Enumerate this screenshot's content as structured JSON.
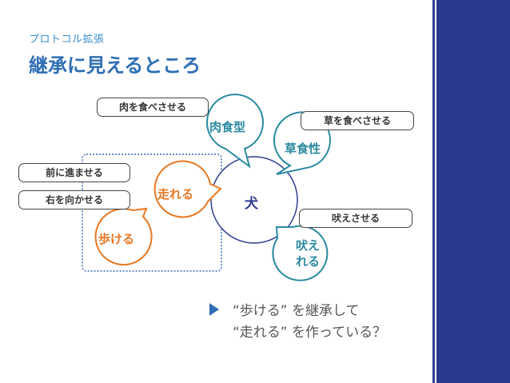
{
  "slide": {
    "section_label": "プロトコル拡張",
    "title": "継承に見えるところ"
  },
  "center": {
    "label": "犬"
  },
  "bubbles": {
    "carnivore": "肉食型",
    "herbivore": "草食性",
    "bark_line1": "吠え",
    "bark_line2": "れる",
    "run": "走れる",
    "walk": "歩ける"
  },
  "labels": {
    "feed_meat": "肉を食べさせる",
    "feed_grass": "草を食べさせる",
    "make_bark": "吠えさせる",
    "move_forward": "前に進ませる",
    "turn_right": "右を向かせる"
  },
  "note": {
    "line1": "“歩ける” を継承して",
    "line2": "“走れる” を作っている？"
  },
  "colors": {
    "blue_bubble": "#2a8aa0",
    "orange_bubble": "#e87722",
    "center_stroke": "#2f3d8f",
    "title": "#2f6eb5",
    "section_label": "#3b8fd0",
    "right_bar": "#2a3a8f"
  }
}
